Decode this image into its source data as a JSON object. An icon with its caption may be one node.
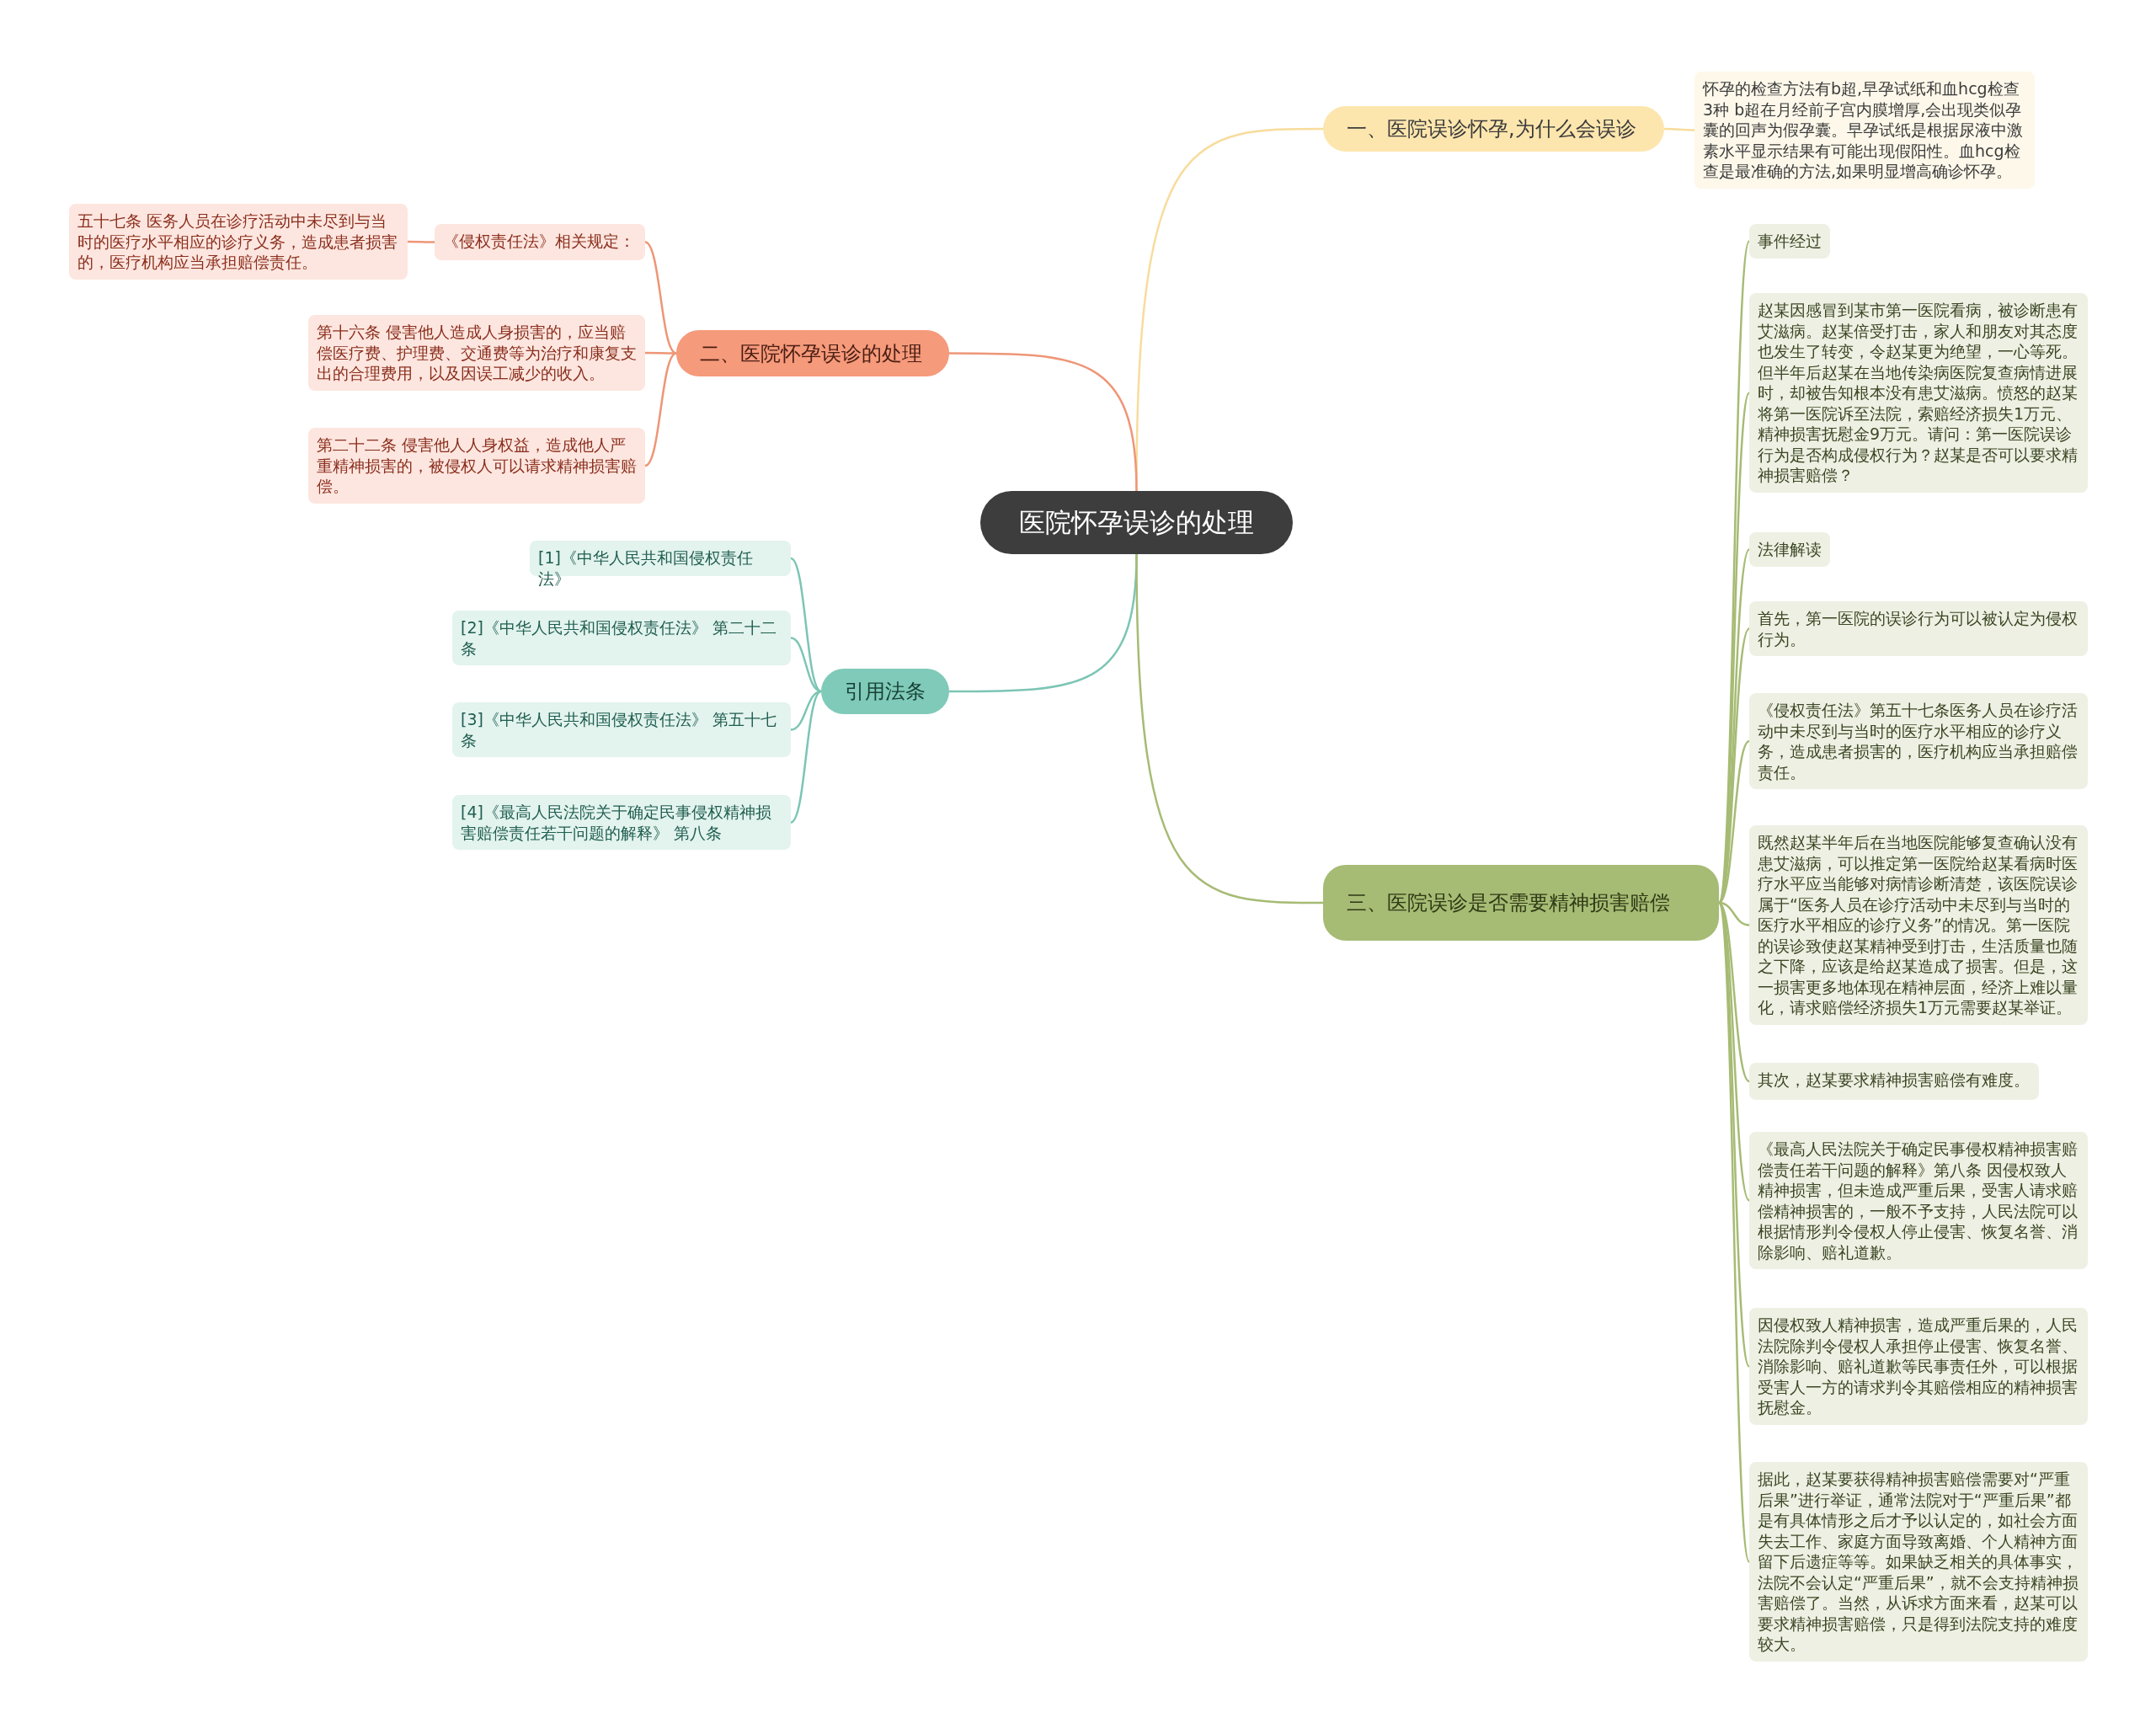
{
  "diagram": {
    "nodes": [
      {
        "text": [
          "医院怀孕误诊的处理"
        ]
      },
      {
        "text": [
          "一、医院误诊怀孕,为什么会误诊"
        ]
      },
      {
        "text": [
          "怀孕的检查方法有b超,早孕试纸和血hcg检查3种 b超在月经前子宫内膜增厚,会出现类似孕囊的回声为假孕囊。早孕试纸是根据尿液中激素水平显示结果有可能出现假阳性。血hcg检查是最准确的方法,如果明显增高确诊怀孕。"
        ]
      },
      {
        "text": [
          "二、医院怀孕误诊的处理"
        ]
      },
      {
        "text": [
          "《侵权责任法》相关规定："
        ]
      },
      {
        "text": [
          "五十七条 医务人员在诊疗活动中未尽到与当时的医疗水平相应的诊疗义务，造成患者损害的，医疗机构应当承担赔偿责任。"
        ]
      },
      {
        "text": [
          "第十六条 侵害他人造成人身损害的，应当赔偿医疗费、护理费、交通费等为治疗和康复支出的合理费用，以及因误工减少的收入。"
        ]
      },
      {
        "text": [
          "第二十二条 侵害他人人身权益，造成他人严重精神损害的，被侵权人可以请求精神损害赔偿。"
        ]
      },
      {
        "text": [
          "引用法条"
        ]
      },
      {
        "text": [
          "[1]《中华人民共和国侵权责任法》"
        ]
      },
      {
        "text": [
          "[2]《中华人民共和国侵权责任法》 第二十二条"
        ]
      },
      {
        "text": [
          "[3]《中华人民共和国侵权责任法》 第五十七条"
        ]
      },
      {
        "text": [
          "[4]《最高人民法院关于确定民事侵权精神损害赔偿责任若干问题的解释》 第八条"
        ]
      },
      {
        "text": [
          "三、医院误诊是否需要精神损害赔偿"
        ]
      },
      {
        "text": [
          "事件经过"
        ]
      },
      {
        "text": [
          "赵某因感冒到某市第一医院看病，被诊断患有艾滋病。赵某倍受打击，家人和朋友对其态度也发生了转变，令赵某更为绝望，一心等死。但半年后赵某在当地传染病医院复查病情进展时，却被告知根本没有患艾滋病。愤怒的赵某将第一医院诉至法院，索赔经济损失1万元、精神损害抚慰金9万元。请问：第一医院误诊行为是否构成侵权行为？赵某是否可以要求精神损害赔偿？"
        ]
      },
      {
        "text": [
          "法律解读"
        ]
      },
      {
        "text": [
          "首先，第一医院的误诊行为可以被认定为侵权行为。"
        ]
      },
      {
        "text": [
          "《侵权责任法》第五十七条医务人员在诊疗活动中未尽到与当时的医疗水平相应的诊疗义务，造成患者损害的，医疗机构应当承担赔偿责任。"
        ]
      },
      {
        "text": [
          "既然赵某半年后在当地医院能够复查确认没有患艾滋病，可以推定第一医院给赵某看病时医疗水平应当能够对病情诊断清楚，该医院误诊属于“医务人员在诊疗活动中未尽到与当时的医疗水平相应的诊疗义务”的情况。第一医院的误诊致使赵某精神受到打击，生活质量也随之下降，应该是给赵某造成了损害。但是，这一损害更多地体现在精神层面，经济上难以量化，请求赔偿经济损失1万元需要赵某举证。"
        ]
      },
      {
        "text": [
          "其次，赵某要求精神损害赔偿有难度。"
        ]
      },
      {
        "text": [
          "《最高人民法院关于确定民事侵权精神损害赔偿责任若干问题的解释》第八条  因侵权致人精神损害，但未造成严重后果，受害人请求赔偿精神损害的，一般不予支持，人民法院可以根据情形判令侵权人停止侵害、恢复名誉、消除影响、赔礼道歉。"
        ]
      },
      {
        "text": [
          "因侵权致人精神损害，造成严重后果的，人民法院除判令侵权人承担停止侵害、恢复名誉、消除影响、赔礼道歉等民事责任外，可以根据受害人一方的请求判令其赔偿相应的精神损害抚慰金。"
        ]
      },
      {
        "text": [
          "据此，赵某要获得精神损害赔偿需要对“严重后果”进行举证，通常法院对于“严重后果”都是有具体情形之后才予以认定的，如社会方面失去工作、家庭方面导致离婚、个人精神方面留下后遗症等等。如果缺乏相关的具体事实，法院不会认定“严重后果”，就不会支持精神损害赔偿了。当然，从诉求方面来看，赵某可以要求精神损害赔偿，只是得到法院支持的难度较大。"
        ]
      }
    ],
    "edges": [
      {
        "from": 0,
        "to": 1,
        "arrow": "none",
        "color": "#f8dc9c"
      },
      {
        "from": 1,
        "to": 2,
        "arrow": "none",
        "color": "#f8dc9c"
      },
      {
        "from": 0,
        "to": 3,
        "arrow": "none",
        "color": "#ee9677"
      },
      {
        "from": 3,
        "to": 4,
        "arrow": "none",
        "color": "#ee9677"
      },
      {
        "from": 4,
        "to": 5,
        "arrow": "none",
        "color": "#ee9677"
      },
      {
        "from": 3,
        "to": 6,
        "arrow": "none",
        "color": "#ee9677"
      },
      {
        "from": 3,
        "to": 7,
        "arrow": "none",
        "color": "#ee9677"
      },
      {
        "from": 0,
        "to": 8,
        "arrow": "none",
        "color": "#7cc5b4"
      },
      {
        "from": 8,
        "to": 9,
        "arrow": "none",
        "color": "#7cc5b4"
      },
      {
        "from": 8,
        "to": 10,
        "arrow": "none",
        "color": "#7cc5b4"
      },
      {
        "from": 8,
        "to": 11,
        "arrow": "none",
        "color": "#7cc5b4"
      },
      {
        "from": 8,
        "to": 12,
        "arrow": "none",
        "color": "#7cc5b4"
      },
      {
        "from": 0,
        "to": 13,
        "arrow": "none"
      },
      {
        "from": 13,
        "to": 14,
        "arrow": "none"
      },
      {
        "from": 13,
        "to": 15,
        "arrow": "none"
      },
      {
        "from": 13,
        "to": 16,
        "arrow": "none"
      },
      {
        "from": 13,
        "to": 17,
        "arrow": "none"
      },
      {
        "from": 13,
        "to": 18,
        "arrow": "none"
      },
      {
        "from": 13,
        "to": 19,
        "arrow": "none"
      },
      {
        "from": 13,
        "to": 20,
        "arrow": "none"
      },
      {
        "from": 13,
        "to": 21,
        "arrow": "none"
      },
      {
        "from": 13,
        "to": 22,
        "arrow": "none"
      },
      {
        "from": 13,
        "to": 23,
        "arrow": "none"
      }
    ]
  }
}
